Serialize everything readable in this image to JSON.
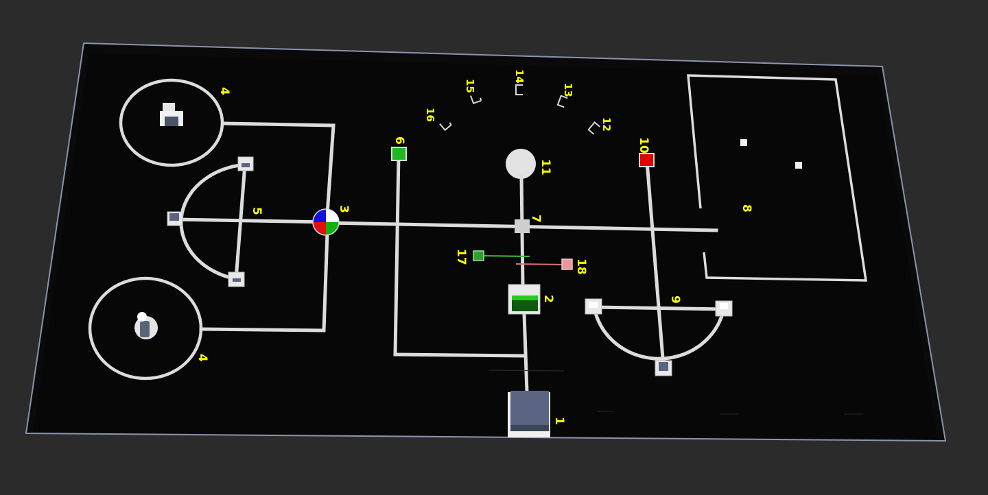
{
  "colors": {
    "background": "#2b2b2b",
    "floor": "#0a0a0a",
    "line": "#dcdcdc",
    "label": "#ffff00",
    "green_marker": "#1fb81f",
    "red_marker": "#e00000",
    "pink_marker": "#e08a8a",
    "platform": "#5a6480"
  },
  "labels": {
    "n1": "1",
    "n2": "2",
    "n3": "3",
    "n4a": "4",
    "n4b": "4",
    "n5": "5",
    "n6": "6",
    "n7": "7",
    "n8": "8",
    "n9": "9",
    "n10": "10",
    "n11": "11",
    "n12": "12",
    "n13": "13",
    "n14": "14",
    "n15": "15",
    "n16": "16",
    "n17": "17",
    "n18": "18"
  },
  "icons": {
    "pie_marker": "pie-red-green-blue-white",
    "robot_top": "robot-figure",
    "robot_bottom": "robot-figure"
  }
}
